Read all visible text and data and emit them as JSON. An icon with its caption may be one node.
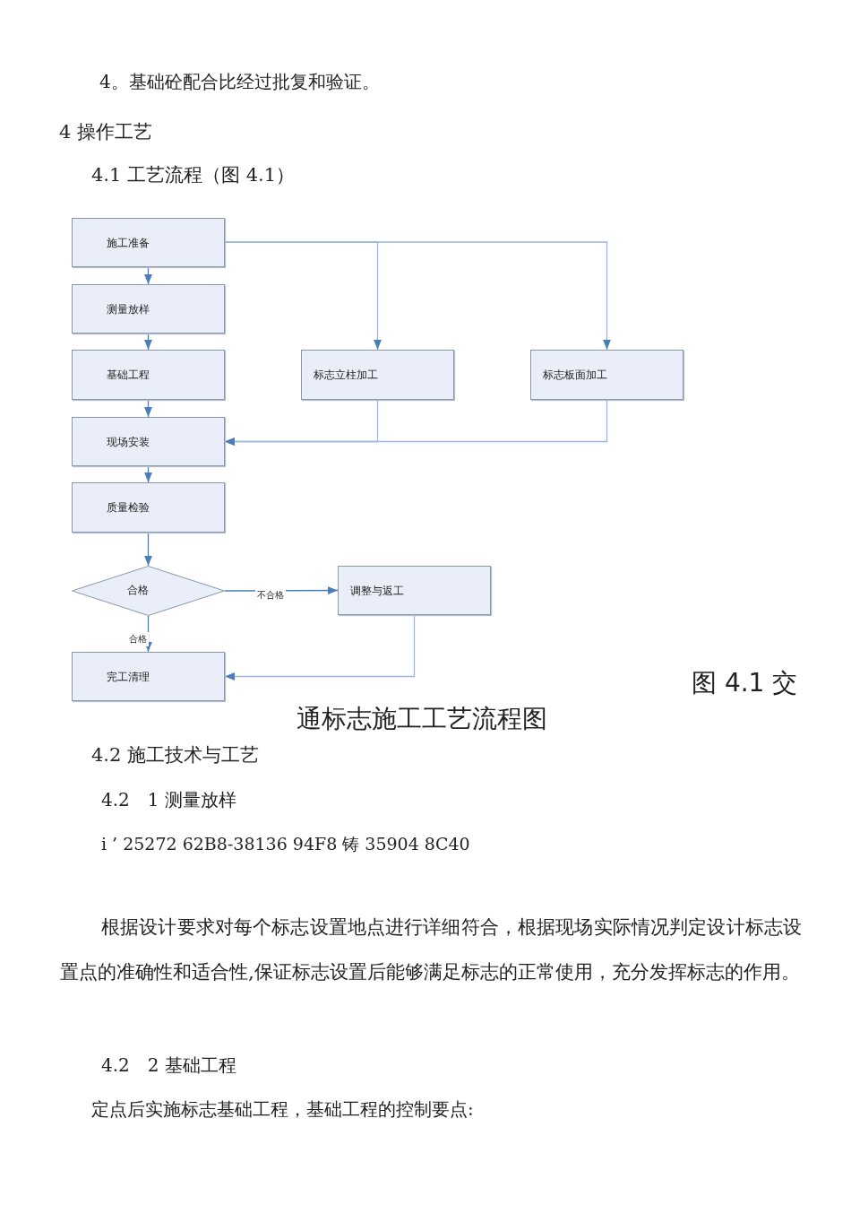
{
  "diagram": {
    "caption": "图 4.1 交通标志施工工艺流程图",
    "nodes": [
      {
        "text": [
          "施工准备"
        ]
      },
      {
        "text": [
          "测量放样"
        ]
      },
      {
        "text": [
          "基础工程"
        ]
      },
      {
        "text": [
          "标志立柱加工"
        ]
      },
      {
        "text": [
          "标志板面加工"
        ]
      },
      {
        "text": [
          "现场安装"
        ]
      },
      {
        "text": [
          "质量检验"
        ]
      },
      {
        "text": [
          "合格"
        ]
      },
      {
        "text": [
          "调整与返工"
        ]
      },
      {
        "text": [
          "完工清理"
        ]
      }
    ],
    "edges": [
      {
        "from": 0,
        "to": 1,
        "arrow": "to"
      },
      {
        "from": 1,
        "to": 2,
        "arrow": "to"
      },
      {
        "from": 0,
        "to": 3,
        "arrow": "to",
        "color": "#9db7da"
      },
      {
        "from": 0,
        "to": 4,
        "arrow": "to",
        "color": "#9db7da"
      },
      {
        "from": 2,
        "to": 5,
        "arrow": "to"
      },
      {
        "from": 3,
        "to": 5,
        "arrow": "to",
        "color": "#9db7da"
      },
      {
        "from": 4,
        "to": 5,
        "arrow": "to",
        "color": "#9db7da"
      },
      {
        "from": 5,
        "to": 6,
        "arrow": "to"
      },
      {
        "from": 6,
        "to": 7,
        "arrow": "to"
      },
      {
        "from": 7,
        "to": 8,
        "arrow": "to",
        "label": "不合格"
      },
      {
        "from": 7,
        "to": 9,
        "arrow": "to",
        "label": "合格"
      },
      {
        "from": 8,
        "to": 9,
        "arrow": "to",
        "color": "#9db7da"
      }
    ],
    "labels": [
      "4。基础砼配合比经过批复和验证。",
      "4 操作工艺",
      "4.1 工艺流程（图 4.1）",
      "4.2 施工技术与工艺",
      "4.2　1 测量放样",
      "i ’ 25272 62B8-38136 94F8 铸 35904 8C40",
      "根据设计要求对每个标志设置地点进行详细符合，根据现场实际情况判定设计标志设置点的准确性和适合性,保证标志设置后能够满足标志的正常使用，充分发挥标志的作用。",
      "4.2　2 基础工程",
      "定点后实施标志基础工程，基础工程的控制要点:"
    ]
  }
}
